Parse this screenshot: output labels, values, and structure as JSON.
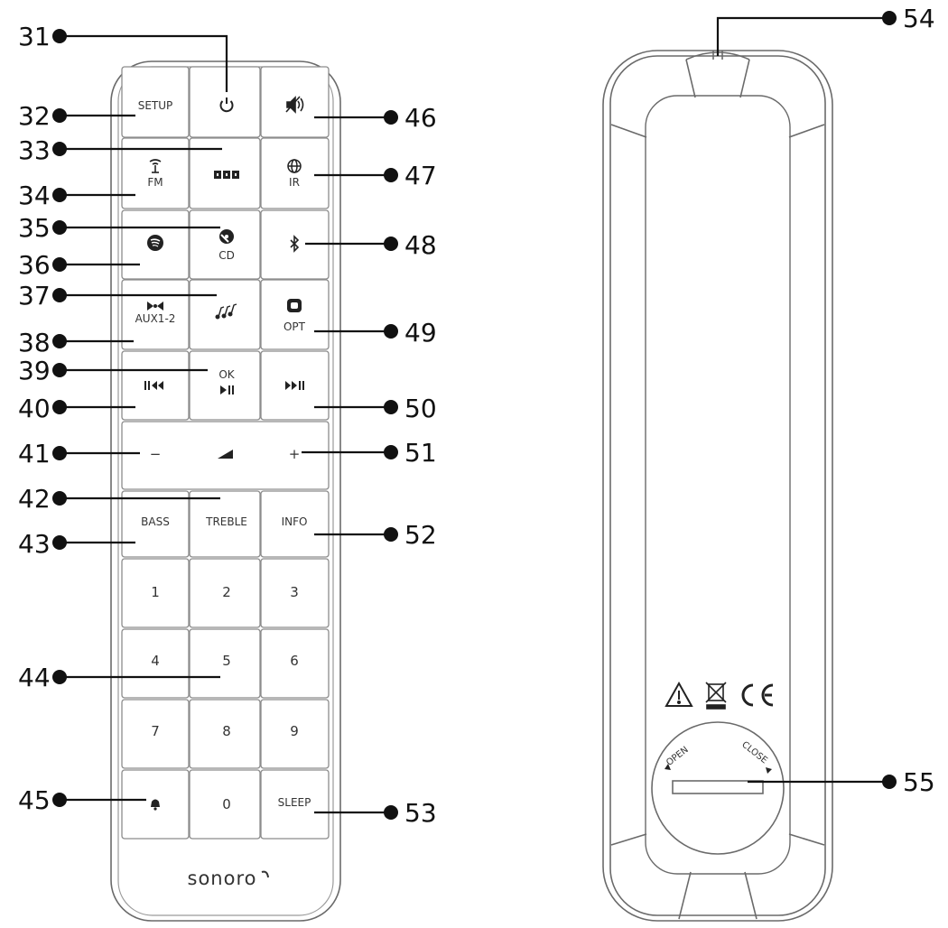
{
  "remote": {
    "buttons": {
      "setup": "SETUP",
      "fm": "FM",
      "ir": "IR",
      "cd": "CD",
      "aux": "AUX1-2",
      "opt": "OPT",
      "ok": "OK",
      "minus": "−",
      "plus": "+",
      "bass": "BASS",
      "treble": "TREBLE",
      "info": "INFO",
      "d1": "1",
      "d2": "2",
      "d3": "3",
      "d4": "4",
      "d5": "5",
      "d6": "6",
      "d7": "7",
      "d8": "8",
      "d9": "9",
      "d0": "0",
      "sleep": "SLEEP"
    },
    "brand": "sonoro",
    "back": {
      "open": "OPEN",
      "close": "CLOSE"
    }
  },
  "callouts": {
    "n31": "31",
    "n32": "32",
    "n33": "33",
    "n34": "34",
    "n35": "35",
    "n36": "36",
    "n37": "37",
    "n38": "38",
    "n39": "39",
    "n40": "40",
    "n41": "41",
    "n42": "42",
    "n43": "43",
    "n44": "44",
    "n45": "45",
    "n46": "46",
    "n47": "47",
    "n48": "48",
    "n49": "49",
    "n50": "50",
    "n51": "51",
    "n52": "52",
    "n53": "53",
    "n54": "54",
    "n55": "55"
  },
  "icons": {
    "power": "power-icon",
    "mute": "mute-icon",
    "fm": "antenna-icon",
    "dab": "dab-logo-icon",
    "ir": "globe-icon",
    "spotify": "spotify-icon",
    "cd": "disc-icon",
    "bluetooth": "bluetooth-icon",
    "aux": "aux-input-icon",
    "music": "music-notes-icon",
    "opt": "optical-input-icon",
    "prev": "previous-track-icon",
    "playpause": "play-pause-icon",
    "next": "next-track-icon",
    "volume": "volume-ramp-icon",
    "alarm": "bell-icon",
    "warning": "warning-triangle-icon",
    "weee": "crossed-bin-icon",
    "ce": "ce-mark-icon"
  }
}
